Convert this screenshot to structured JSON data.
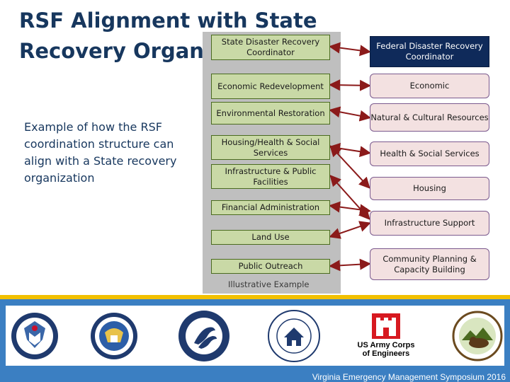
{
  "title": "RSF Alignment with State Recovery Organizations",
  "subtitle": "Example of how the RSF coordination structure can align with a State recovery organization",
  "state_boxes": {
    "state_coordinator": "State Disaster Recovery Coordinator",
    "economic_redevelopment": "Economic Redevelopment",
    "environmental_restoration": "Environmental Restoration",
    "housing_health_social": "Housing/Health & Social Services",
    "infrastructure_public": "Infrastructure & Public Facilities",
    "financial_administration": "Financial Administration",
    "land_use": "Land Use",
    "public_outreach": "Public Outreach"
  },
  "federal_boxes": {
    "federal_coordinator": "Federal Disaster Recovery Coordinator",
    "economic": "Economic",
    "natural_cultural": "Natural & Cultural Resources",
    "health_social": "Health & Social Services",
    "housing": "Housing",
    "infrastructure_support": "Infrastructure Support",
    "community_planning": "Community Planning & Capacity Building"
  },
  "illustrative_label": "Illustrative Example",
  "footer": {
    "text": "Virginia Emergency Management Symposium 2016",
    "usace_line1": "US Army Corps",
    "usace_line2": "of Engineers"
  },
  "colors": {
    "title": "#17375e",
    "state_box_fill": "#c9d9a6",
    "federal_box_fill": "#f3e1e1",
    "federal_coordinator_fill": "#0f2a5a",
    "connector": "#8b1a1a",
    "footer_band": "#3b7fc2",
    "accent_band": "#f2c000"
  }
}
